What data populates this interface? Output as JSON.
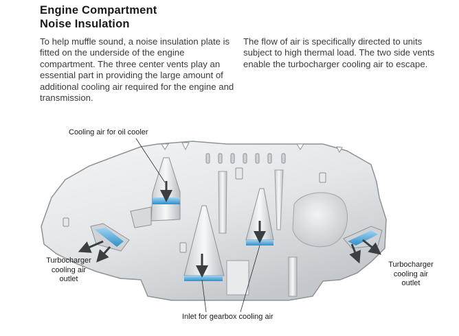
{
  "header": {
    "title_line1": "Engine Compartment",
    "title_line2": "Noise Insulation"
  },
  "paragraphs": {
    "left": "To help muffle sound, a noise insulation plate is fitted on the underside of the engine compartment. The three center vents play an essential part in providing the large amount of additional cooling air required for the engine and transmission.",
    "right": "The flow of air is specifically directed to units subject to high thermal load. The two side vents enable the turbocharger cooling air to escape."
  },
  "callouts": {
    "oil_cooler": "Cooling air for oil cooler",
    "turbo_left": [
      "Turbocharger",
      "cooling air",
      "outlet"
    ],
    "turbo_right": [
      "Turbocharger",
      "cooling air",
      "outlet"
    ],
    "gearbox_inlet": "Inlet for gearbox cooling air"
  },
  "colors": {
    "plate_light": "#eef0f2",
    "plate_dark": "#b8bcc1",
    "outline": "#8d9297",
    "vent_blue": "#4aa6d8",
    "arrow": "#3a3f44"
  }
}
